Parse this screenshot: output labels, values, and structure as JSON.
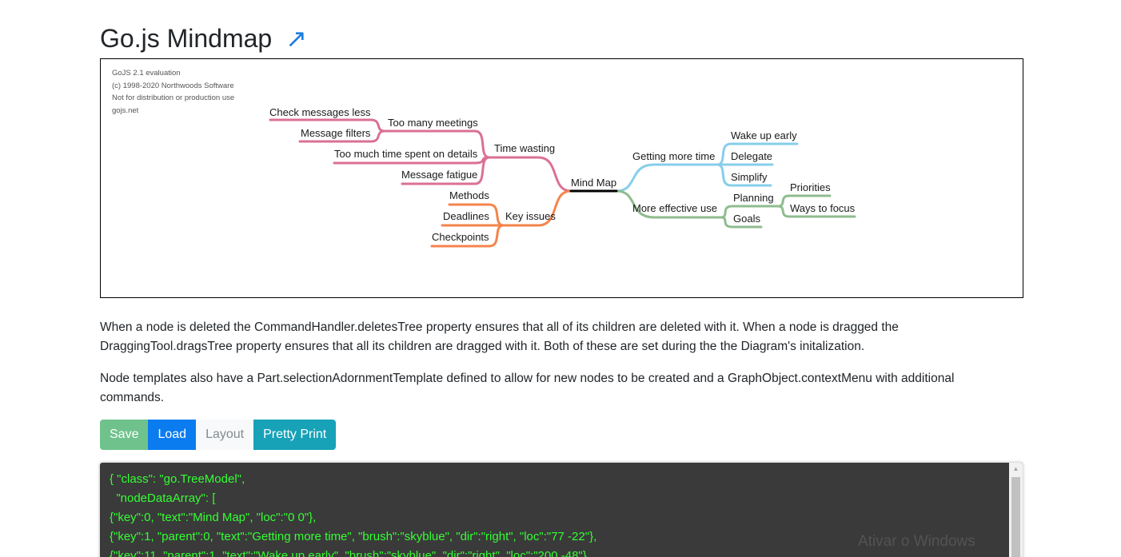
{
  "page": {
    "title": "Go.js Mindmap",
    "external_link_icon": "↗"
  },
  "diagram": {
    "watermark": [
      "GoJS 2.1 evaluation",
      "(c) 1998-2020 Northwoods Software",
      "Not for distribution or production use",
      "gojs.net"
    ],
    "colors": {
      "root": "#000000",
      "skyblue": "#87ceeb",
      "darkseagreen": "#8fbc8f",
      "palevioletred": "#db7093",
      "coral": "#f4844c"
    },
    "nodes": {
      "root": "Mind Map",
      "getting_more_time": "Getting more time",
      "wake_up_early": "Wake up early",
      "delegate": "Delegate",
      "simplify": "Simplify",
      "more_effective_use": "More effective use",
      "planning": "Planning",
      "priorities": "Priorities",
      "ways_to_focus": "Ways to focus",
      "goals": "Goals",
      "time_wasting": "Time wasting",
      "too_many_meetings": "Too many meetings",
      "check_messages_less": "Check messages less",
      "message_filters": "Message filters",
      "too_much_time_details": "Too much time spent on details",
      "message_fatigue": "Message fatigue",
      "key_issues": "Key issues",
      "methods": "Methods",
      "deadlines": "Deadlines",
      "checkpoints": "Checkpoints"
    }
  },
  "paragraphs": {
    "p1": "When a node is deleted the CommandHandler.deletesTree property ensures that all of its children are deleted with it. When a node is dragged the DraggingTool.dragsTree property ensures that all its children are dragged with it. Both of these are set during the the Diagram's initalization.",
    "p2": "Node templates also have a Part.selectionAdornmentTemplate defined to allow for new nodes to be created and a GraphObject.contextMenu with additional commands."
  },
  "toolbar": {
    "save_label": "Save",
    "load_label": "Load",
    "layout_label": "Layout",
    "pretty_print_label": "Pretty Print"
  },
  "code": {
    "lines": [
      "{ \"class\": \"go.TreeModel\",",
      "  \"nodeDataArray\": [",
      "{\"key\":0, \"text\":\"Mind Map\", \"loc\":\"0 0\"},",
      "{\"key\":1, \"parent\":0, \"text\":\"Getting more time\", \"brush\":\"skyblue\", \"dir\":\"right\", \"loc\":\"77 -22\"},",
      "{\"key\":11, \"parent\":1, \"text\":\"Wake up early\", \"brush\":\"skyblue\", \"dir\":\"right\", \"loc\":\"200 -48\"},"
    ]
  },
  "system": {
    "activate_windows": "Ativar o Windows"
  }
}
